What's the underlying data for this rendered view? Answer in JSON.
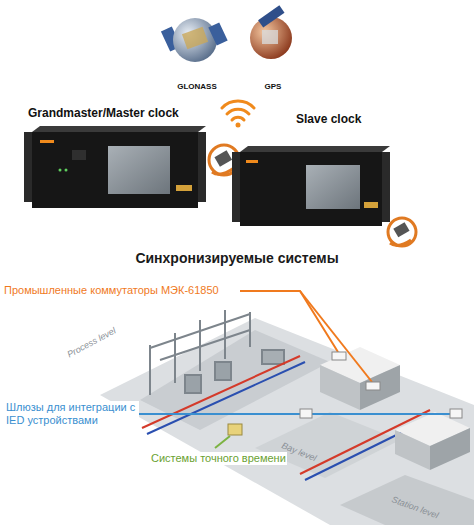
{
  "diagram": {
    "title": "Синхронизируемые системы",
    "nodes": [
      {
        "text": [
          "GLONASS"
        ]
      },
      {
        "text": [
          "GPS"
        ]
      },
      {
        "text": [
          "Grandmaster/Master clock"
        ]
      },
      {
        "text": [
          "Slave clock"
        ]
      }
    ],
    "labels": [
      "Промышленные коммутаторы МЭК-61850",
      "Шлюзы для интеграции с IED устройствами",
      "Системы точного времени",
      "Process level",
      "Bay level",
      "Station level"
    ]
  }
}
